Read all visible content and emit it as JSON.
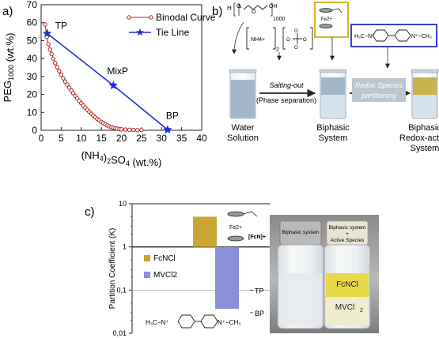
{
  "panels": {
    "a": {
      "letter": "a)"
    },
    "b": {
      "letter": "b)"
    },
    "c": {
      "letter": "c)"
    }
  },
  "chart_data": [
    {
      "type": "scatter",
      "panel": "a",
      "xlabel": "(NH4)2SO4 (wt.%)",
      "ylabel": "PEG1000 (wt.%)",
      "xlim": [
        0,
        40
      ],
      "ylim": [
        0,
        70
      ],
      "xticks": [
        "0",
        "5",
        "10",
        "15",
        "20",
        "25",
        "30",
        "35",
        "40"
      ],
      "yticks": [
        "0",
        "10",
        "20",
        "30",
        "40",
        "50",
        "60",
        "70"
      ],
      "legend_position": "top-right",
      "series": [
        {
          "name": "Binodal Curve",
          "color": "#b22222",
          "x": [
            1.0,
            1.4,
            1.8,
            2.2,
            2.6,
            3.0,
            3.5,
            4.0,
            4.5,
            5.0,
            5.5,
            6.0,
            6.5,
            7.0,
            7.5,
            8.0,
            8.5,
            9.0,
            9.5,
            10.0,
            10.5,
            11.0,
            11.5,
            12.0,
            12.5,
            13.0,
            13.5,
            14.0,
            14.5,
            15.0,
            15.5,
            16.0,
            16.5,
            17.0,
            17.5,
            18.0,
            18.5,
            19.0,
            19.5,
            20.0,
            21.0,
            22.0,
            23.0,
            24.0,
            25.0
          ],
          "y": [
            59.0,
            52.0,
            48.0,
            45.0,
            42.5,
            40.0,
            37.5,
            35.2,
            33.0,
            31.0,
            29.0,
            27.2,
            25.5,
            23.8,
            22.2,
            20.7,
            19.2,
            17.8,
            16.4,
            15.1,
            13.8,
            12.6,
            11.4,
            10.3,
            9.2,
            8.2,
            7.2,
            6.3,
            5.5,
            4.7,
            4.0,
            3.3,
            2.7,
            2.2,
            1.8,
            1.4,
            1.1,
            0.9,
            0.7,
            0.5,
            0.4,
            0.3,
            0.2,
            0.1,
            0.1
          ]
        },
        {
          "name": "Tie Line",
          "color": "#1f2fd6",
          "x": [
            1.5,
            18.0,
            31.5
          ],
          "y": [
            54.0,
            25.0,
            0.3
          ],
          "point_labels": [
            "TP",
            "MixP",
            "BP"
          ]
        }
      ]
    },
    {
      "type": "bar",
      "panel": "c",
      "ylabel": "Partition Coefficient (K)",
      "yscale": "log",
      "ylim": [
        0.01,
        10
      ],
      "yticks": [
        "0,01",
        "0,1",
        "1",
        "10"
      ],
      "legend_position": "left",
      "series": [
        {
          "name": "FcNCl",
          "color": "#c9a632",
          "value": 5.0
        },
        {
          "name": "MVCl2",
          "color": "#8a8fd6",
          "value": 0.037
        }
      ],
      "annotations": [
        "TP",
        "BP",
        "[FcN]+"
      ]
    }
  ],
  "scheme": {
    "peg_sub": "1000",
    "nh4": "NH4+",
    "nh4_sub": "2",
    "fe_label": "Fe2+",
    "salting_out": "Salting-out",
    "phase_sep": "(Phase separation)",
    "redox_line1": "Redox Species",
    "redox_line2": "partitioning",
    "vial1": [
      "Water",
      "Solution"
    ],
    "vial2": [
      "Biphasic",
      "System"
    ],
    "vial3": [
      "Biphasic",
      "Redox-active",
      "System"
    ]
  },
  "photo": {
    "left_label": "Biphasic system",
    "right_label_1": "Biphasic system",
    "right_label_2": "+",
    "right_label_3": "Active Species",
    "layer_top": "FcNCl",
    "layer_bottom": "MVCl",
    "layer_bottom_sub": "2"
  },
  "colors": {
    "binodal": "#b22222",
    "tie_line": "#1f2fd6",
    "fcncl": "#c9a632",
    "mvcl2": "#8a8fd6",
    "ferrocene_box": "#d4b42a",
    "viologen_box": "#3346c8"
  }
}
